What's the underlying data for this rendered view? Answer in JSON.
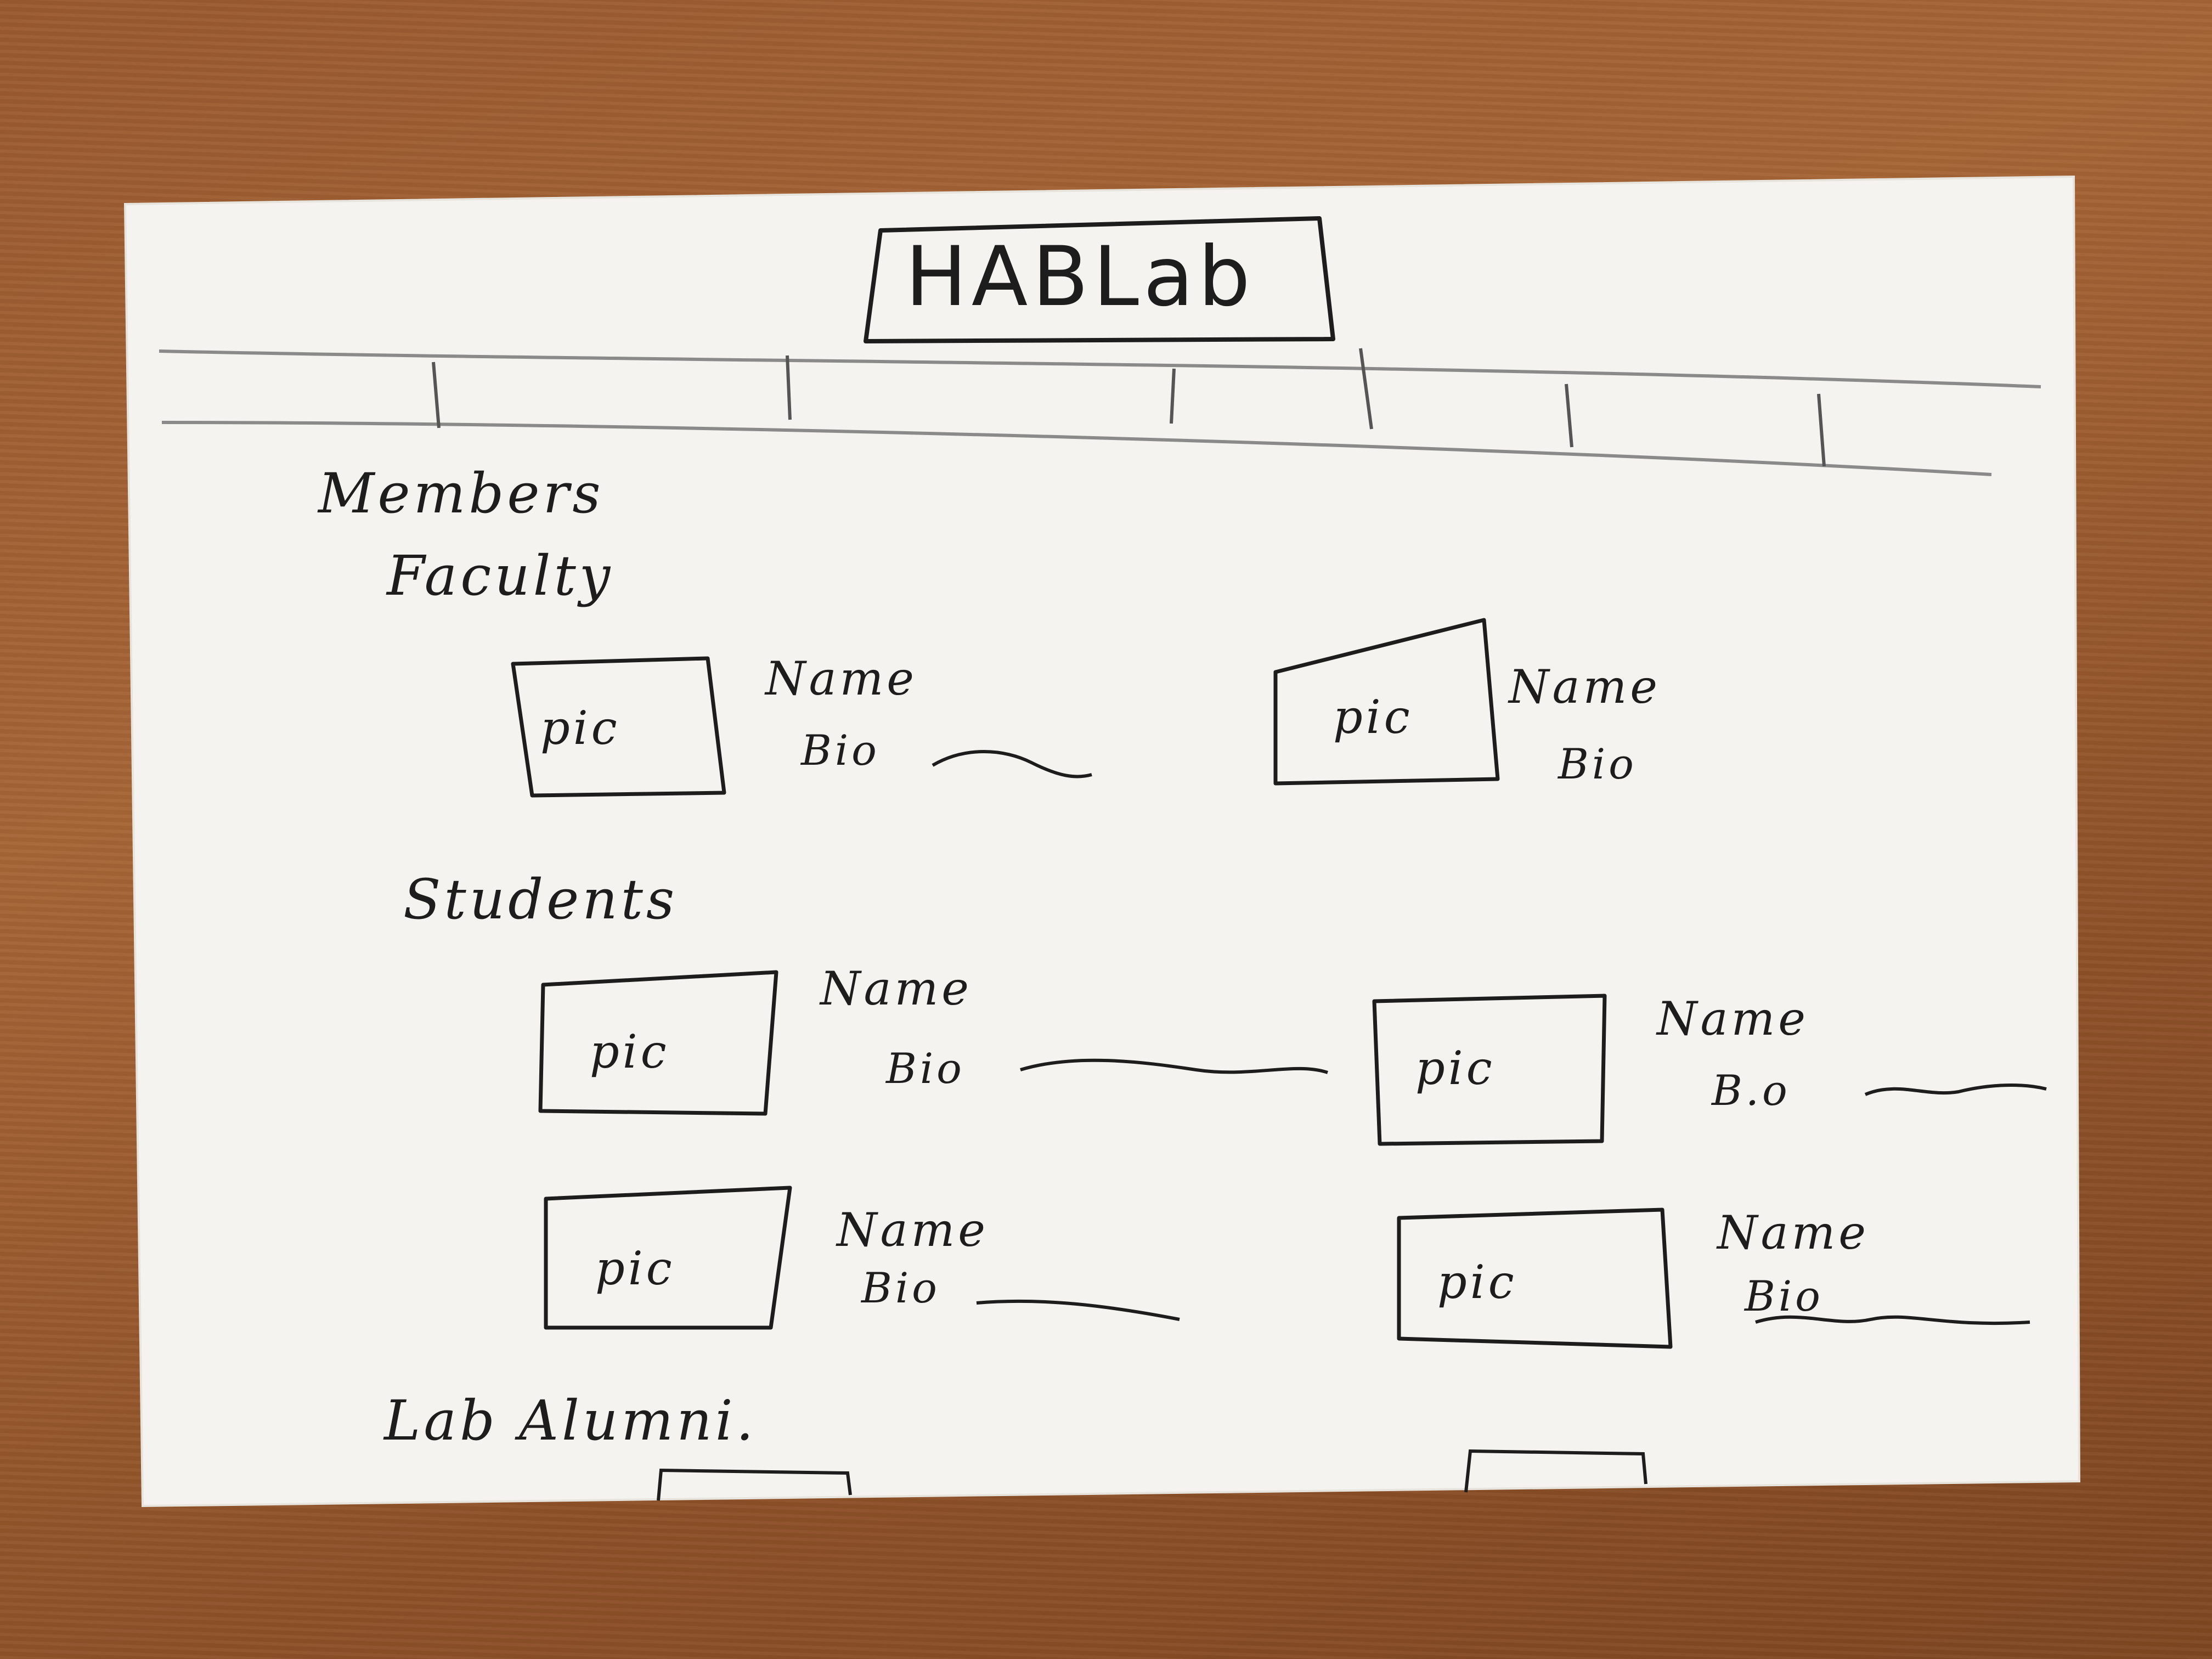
{
  "header": {
    "logo_text": "HABLab",
    "nav_item_count": 7
  },
  "sections": {
    "members": {
      "label": "Members"
    },
    "faculty": {
      "label": "Faculty",
      "cards": [
        {
          "pic": "pic",
          "name": "Name",
          "bio": "Bio"
        },
        {
          "pic": "pic",
          "name": "Name",
          "bio": "Bio"
        }
      ]
    },
    "students": {
      "label": "Students",
      "cards": [
        {
          "pic": "pic",
          "name": "Name",
          "bio": "Bio"
        },
        {
          "pic": "pic",
          "name": "Name",
          "bio": "B.o"
        },
        {
          "pic": "pic",
          "name": "Name",
          "bio": "Bio"
        },
        {
          "pic": "pic",
          "name": "Name",
          "bio": "Bio"
        }
      ]
    },
    "alumni": {
      "label": "Lab Alumni."
    }
  },
  "colors": {
    "paper": "#f6f5f1",
    "ink": "#1d1d1d",
    "pencil": "#8a8a8a",
    "wood": "#9a5a30"
  }
}
